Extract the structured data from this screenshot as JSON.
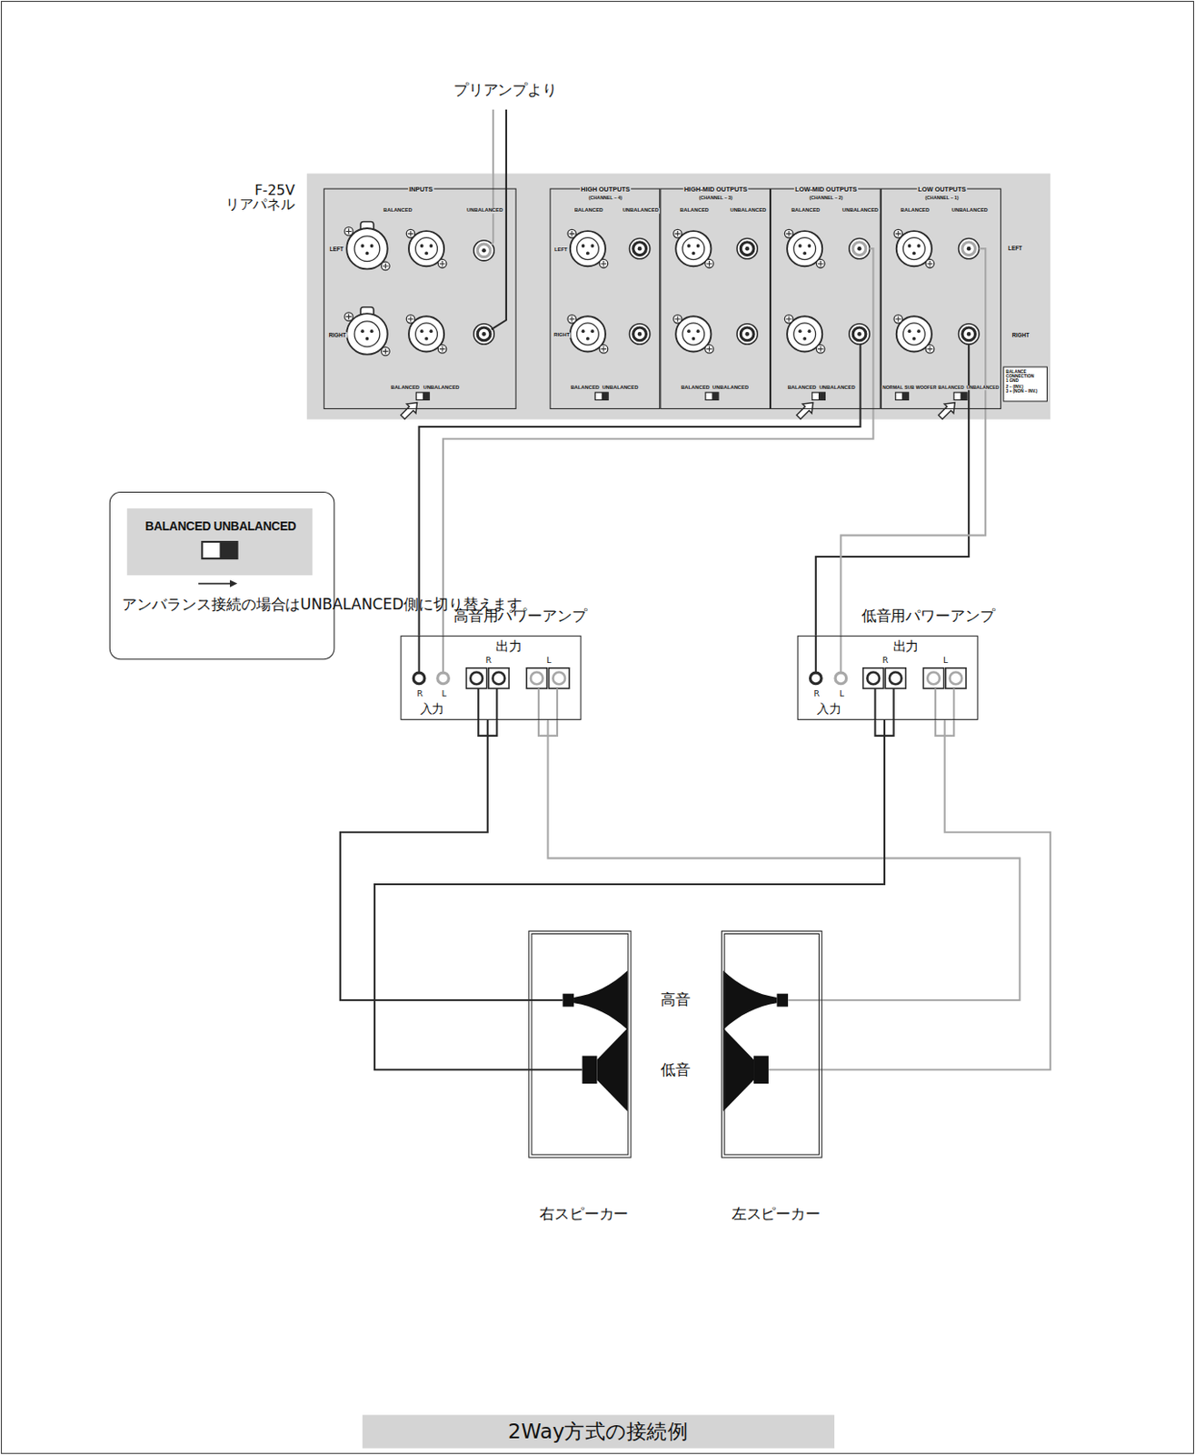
{
  "diagram": {
    "caption": "2Way方式の接続例",
    "nodes": [
      {
        "text": [
          "F-25V リアパネル",
          "LEFT",
          "RIGHT"
        ]
      },
      {
        "text": [
          "INPUTS",
          "BALANCED",
          "UNBALANCED",
          "LEFT",
          "RIGHT",
          "BALANCED",
          "UNBALANCED"
        ],
        "in": 0
      },
      {
        "text": [
          "HIGH OUTPUTS",
          "(CHANNEL – 4)",
          "BALANCED",
          "UNBALANCED",
          "LEFT",
          "RIGHT",
          "BALANCED",
          "UNBALANCED"
        ],
        "in": 0
      },
      {
        "text": [
          "HIGH-MID OUTPUTS",
          "(CHANNEL – 3)",
          "BALANCED",
          "UNBALANCED",
          "BALANCED",
          "UNBALANCED"
        ],
        "in": 0
      },
      {
        "text": [
          "LOW-MID OUTPUTS",
          "(CHANNEL – 2)",
          "BALANCED",
          "UNBALANCED",
          "BALANCED",
          "UNBALANCED"
        ],
        "in": 0
      },
      {
        "text": [
          "LOW OUTPUTS",
          "(CHANNEL – 1)",
          "BALANCED",
          "UNBALANCED",
          "NORMAL",
          "SUB WOOFER",
          "BALANCED",
          "UNBALANCED"
        ],
        "in": 0
      },
      {
        "text": [
          "BALANCE CONNECTION",
          "1 GND",
          "2 – (INV.)",
          "3 + (NON – INV.)"
        ],
        "in": 0
      },
      {
        "text": [
          "BALANCED UNBALANCED",
          "アンバランス接続の場合はUNBALANCED側に切り替えます。"
        ]
      },
      {
        "text": [
          "高音用パワーアンプ",
          "出力",
          "R",
          "L",
          "R",
          "L",
          "入力"
        ]
      },
      {
        "text": [
          "低音用パワーアンプ",
          "出力",
          "R",
          "L",
          "R",
          "L",
          "入力"
        ]
      },
      {
        "text": [
          "右スピーカー"
        ]
      },
      {
        "text": [
          "左スピーカー"
        ]
      }
    ],
    "edges": [
      {
        "from": 4,
        "to": 8,
        "arrow": "none"
      },
      {
        "from": 4,
        "to": 8,
        "arrow": "none"
      },
      {
        "from": 5,
        "to": 9,
        "arrow": "none"
      },
      {
        "from": 5,
        "to": 9,
        "arrow": "none"
      },
      {
        "from": 8,
        "to": 10,
        "arrow": "none"
      },
      {
        "from": 8,
        "to": 11,
        "arrow": "none"
      },
      {
        "from": 9,
        "to": 10,
        "arrow": "none"
      },
      {
        "from": 9,
        "to": 11,
        "arrow": "none"
      }
    ],
    "labels": [
      "プリアンプより",
      "高音",
      "低音"
    ]
  }
}
